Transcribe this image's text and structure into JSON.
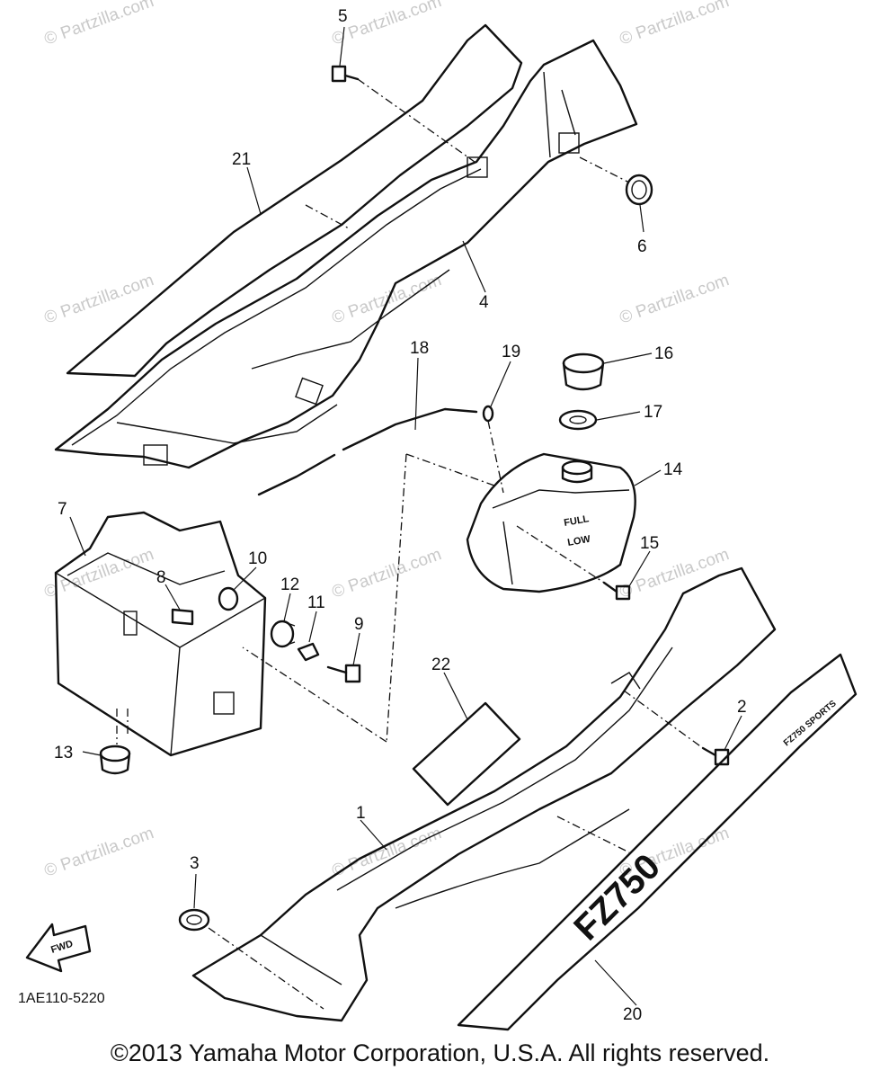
{
  "callouts": [
    {
      "id": "1",
      "label": "1"
    },
    {
      "id": "2",
      "label": "2"
    },
    {
      "id": "3",
      "label": "3"
    },
    {
      "id": "4",
      "label": "4"
    },
    {
      "id": "5",
      "label": "5"
    },
    {
      "id": "6",
      "label": "6"
    },
    {
      "id": "7",
      "label": "7"
    },
    {
      "id": "8",
      "label": "8"
    },
    {
      "id": "9",
      "label": "9"
    },
    {
      "id": "10",
      "label": "10"
    },
    {
      "id": "11",
      "label": "11"
    },
    {
      "id": "12",
      "label": "12"
    },
    {
      "id": "13",
      "label": "13"
    },
    {
      "id": "14",
      "label": "14"
    },
    {
      "id": "15",
      "label": "15"
    },
    {
      "id": "16",
      "label": "16"
    },
    {
      "id": "17",
      "label": "17"
    },
    {
      "id": "18",
      "label": "18"
    },
    {
      "id": "19",
      "label": "19"
    },
    {
      "id": "20",
      "label": "20"
    },
    {
      "id": "21",
      "label": "21"
    },
    {
      "id": "22",
      "label": "22"
    }
  ],
  "tank_markings": {
    "full": "FULL",
    "low": "LOW"
  },
  "cover_branding": {
    "model": "FZ750",
    "tag": "FZ750 SPORTS"
  },
  "fwd_arrow_label": "FWD",
  "diagram_code": "1AE110-5220",
  "watermark_text": "© Partzilla.com",
  "copyright": "©2013 Yamaha Motor Corporation, U.S.A. All rights reserved."
}
